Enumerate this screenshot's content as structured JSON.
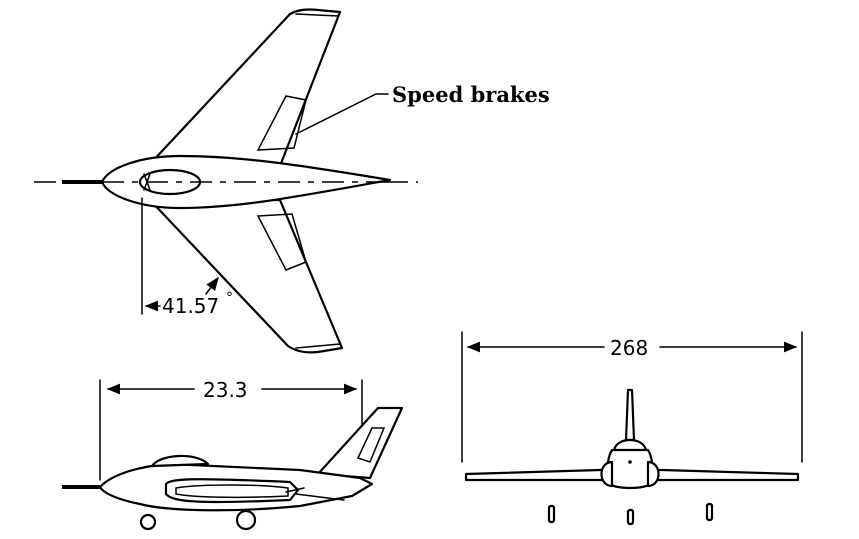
{
  "labels": {
    "speed_brakes": "Speed brakes",
    "sweep_angle": "41.57",
    "degree_symbol": "°",
    "length": "23.3",
    "span": "268"
  }
}
